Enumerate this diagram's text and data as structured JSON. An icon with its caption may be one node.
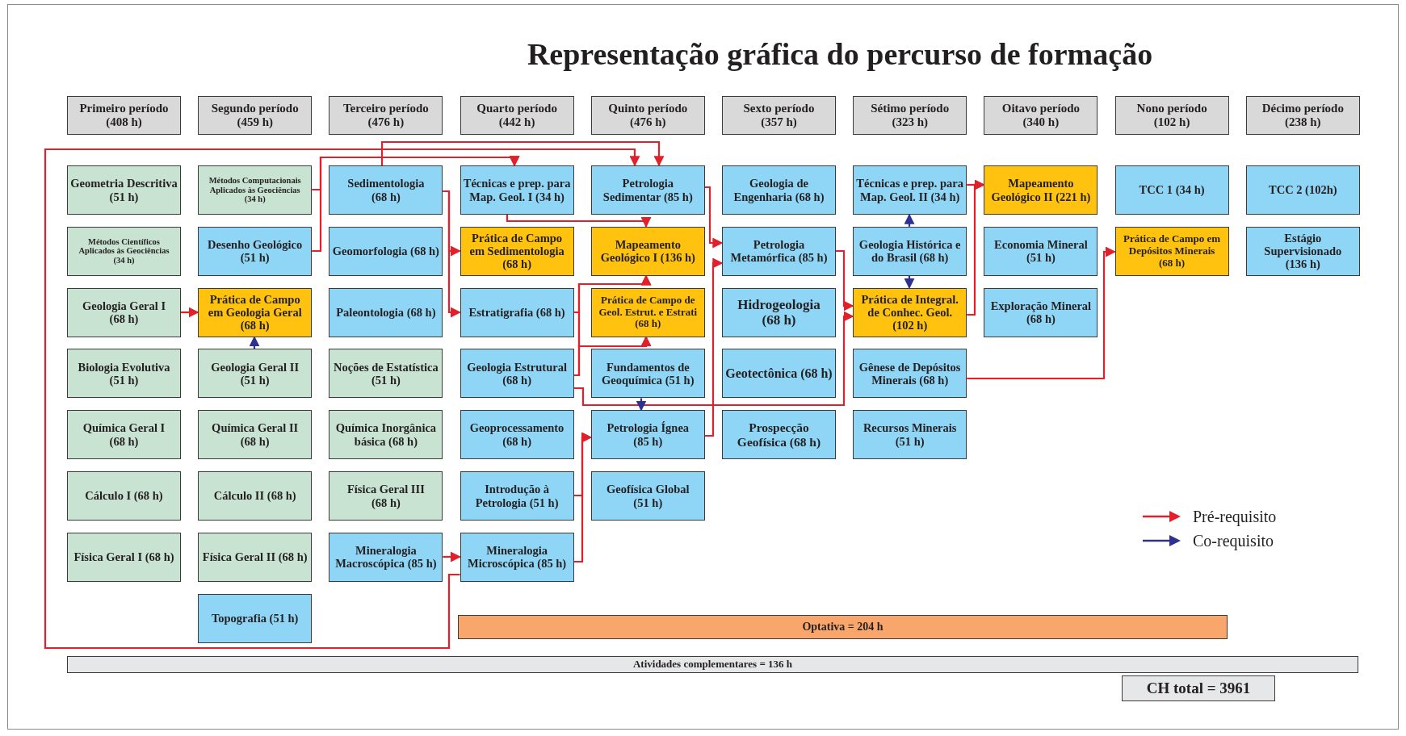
{
  "diagram": {
    "title": "Representação gráfica do percurso de formação",
    "nodes": [
      {
        "text": [
          "Primeiro período (408 h)"
        ]
      },
      {
        "text": [
          "Segundo período (459 h)"
        ]
      },
      {
        "text": [
          "Terceiro período (476 h)"
        ]
      },
      {
        "text": [
          "Quarto período (442 h)"
        ]
      },
      {
        "text": [
          "Quinto período (476 h)"
        ]
      },
      {
        "text": [
          "Sexto período (357 h)"
        ]
      },
      {
        "text": [
          "Sétimo período (323 h)"
        ]
      },
      {
        "text": [
          "Oitavo período (340 h)"
        ]
      },
      {
        "text": [
          "Nono período (102 h)"
        ]
      },
      {
        "text": [
          "Décimo período (238 h)"
        ]
      },
      {
        "text": [
          "Geometria Descritiva (51 h)"
        ]
      },
      {
        "text": [
          "Métodos Científicos Aplicados às Geociências (34 h)"
        ]
      },
      {
        "text": [
          "Geologia Geral I (68 h)"
        ]
      },
      {
        "text": [
          "Biologia Evolutiva (51 h)"
        ]
      },
      {
        "text": [
          "Química Geral I (68 h)"
        ]
      },
      {
        "text": [
          "Cálculo I (68 h)"
        ]
      },
      {
        "text": [
          "Física Geral I (68 h)"
        ]
      },
      {
        "text": [
          "Métodos Computacionais Aplicados às Geociências (34 h)"
        ]
      },
      {
        "text": [
          "Desenho Geológico (51 h)"
        ]
      },
      {
        "text": [
          "Prática de Campo em Geologia Geral (68 h)"
        ]
      },
      {
        "text": [
          "Geologia Geral II (51 h)"
        ]
      },
      {
        "text": [
          "Química Geral II (68 h)"
        ]
      },
      {
        "text": [
          "Cálculo II (68 h)"
        ]
      },
      {
        "text": [
          "Física Geral II (68 h)"
        ]
      },
      {
        "text": [
          "Topografia (51 h)"
        ]
      },
      {
        "text": [
          "Sedimentologia (68 h)"
        ]
      },
      {
        "text": [
          "Geomorfologia (68 h)"
        ]
      },
      {
        "text": [
          "Paleontologia (68 h)"
        ]
      },
      {
        "text": [
          "Noções de Estatística (51 h)"
        ]
      },
      {
        "text": [
          "Química Inorgânica básica (68 h)"
        ]
      },
      {
        "text": [
          "Física Geral III (68 h)"
        ]
      },
      {
        "text": [
          "Mineralogia Macroscópica (85 h)"
        ]
      },
      {
        "text": [
          "Técnicas e prep. para Map. Geol. I (34 h)"
        ]
      },
      {
        "text": [
          "Prática de Campo em Sedimentologia (68 h)"
        ]
      },
      {
        "text": [
          "Estratigrafia (68 h)"
        ]
      },
      {
        "text": [
          "Geologia Estrutural (68 h)"
        ]
      },
      {
        "text": [
          "Geoprocessamento (68 h)"
        ]
      },
      {
        "text": [
          "Introdução à Petrologia (51 h)"
        ]
      },
      {
        "text": [
          "Mineralogia Microscópica (85 h)"
        ]
      },
      {
        "text": [
          "Petrologia Sedimentar (85 h)"
        ]
      },
      {
        "text": [
          "Mapeamento Geológico I (136 h)"
        ]
      },
      {
        "text": [
          "Prática de Campo de Geol. Estrut. e Estrati (68 h)"
        ]
      },
      {
        "text": [
          "Fundamentos de Geoquímica (51 h)"
        ]
      },
      {
        "text": [
          "Petrologia Ígnea (85 h)"
        ]
      },
      {
        "text": [
          "Geofísica Global (51 h)"
        ]
      },
      {
        "text": [
          "Geologia de Engenharia (68 h)"
        ]
      },
      {
        "text": [
          "Petrologia Metamórfica (85 h)"
        ]
      },
      {
        "text": [
          "Hidrogeologia (68 h)"
        ]
      },
      {
        "text": [
          "Geotectônica (68 h)"
        ]
      },
      {
        "text": [
          "Prospecção Geofísica (68 h)"
        ]
      },
      {
        "text": [
          "Técnicas e prep. para Map. Geol. II (34 h)"
        ]
      },
      {
        "text": [
          "Geologia Histórica e do Brasil (68 h)"
        ]
      },
      {
        "text": [
          "Prática de Integral. de Conhec. Geol. (102 h)"
        ]
      },
      {
        "text": [
          "Gênese de Depósitos Minerais (68 h)"
        ]
      },
      {
        "text": [
          "Recursos Minerais (51 h)"
        ]
      },
      {
        "text": [
          "Mapeamento Geológico II (221 h)"
        ]
      },
      {
        "text": [
          "Economia Mineral (51 h)"
        ]
      },
      {
        "text": [
          "Exploração Mineral (68 h)"
        ]
      },
      {
        "text": [
          "TCC 1 (34 h)"
        ]
      },
      {
        "text": [
          "Prática de Campo em Depósitos Minerais (68 h)"
        ]
      },
      {
        "text": [
          "TCC 2 (102h)"
        ]
      },
      {
        "text": [
          "Estágio Supervisionado (136 h)"
        ]
      },
      {
        "text": [
          "Optativa = 204 h"
        ]
      },
      {
        "text": [
          "Atividades complementares = 136 h"
        ]
      },
      {
        "text": [
          "CH total = 3961"
        ]
      }
    ],
    "edges": [
      {
        "from": 12,
        "to": 19,
        "arrow": "to"
      },
      {
        "from": 20,
        "to": 19,
        "arrow": "to",
        "color": "#2e3192"
      },
      {
        "from": 17,
        "to": 32,
        "arrow": "to"
      },
      {
        "from": 18,
        "to": 32,
        "arrow": "to"
      },
      {
        "from": 25,
        "to": 39,
        "arrow": "to"
      },
      {
        "from": 38,
        "to": 39,
        "arrow": "to"
      },
      {
        "from": 25,
        "to": 33,
        "arrow": "to"
      },
      {
        "from": 25,
        "to": 34,
        "arrow": "to"
      },
      {
        "from": 32,
        "to": 40,
        "arrow": "to"
      },
      {
        "from": 34,
        "to": 40,
        "arrow": "to"
      },
      {
        "from": 34,
        "to": 41,
        "arrow": "to"
      },
      {
        "from": 35,
        "to": 40,
        "arrow": "to"
      },
      {
        "from": 35,
        "to": 41,
        "arrow": "to"
      },
      {
        "from": 35,
        "to": 52,
        "arrow": "to"
      },
      {
        "from": 42,
        "to": 43,
        "arrow": "to",
        "color": "#2e3192"
      },
      {
        "from": 39,
        "to": 46,
        "arrow": "to"
      },
      {
        "from": 43,
        "to": 46,
        "arrow": "to"
      },
      {
        "from": 46,
        "to": 52,
        "arrow": "to"
      },
      {
        "from": 51,
        "to": 50,
        "arrow": "to",
        "color": "#2e3192"
      },
      {
        "from": 51,
        "to": 52,
        "arrow": "to",
        "color": "#2e3192"
      },
      {
        "from": 50,
        "to": 55,
        "arrow": "to"
      },
      {
        "from": 52,
        "to": 55,
        "arrow": "to"
      },
      {
        "from": 53,
        "to": 59,
        "arrow": "to"
      },
      {
        "from": 31,
        "to": 38,
        "arrow": "to"
      },
      {
        "from": 37,
        "to": 43,
        "arrow": "to"
      },
      {
        "from": 38,
        "to": 43,
        "arrow": "to"
      }
    ],
    "legend": [
      {
        "text": "Pré-requisito"
      },
      {
        "text": "Co-requisito"
      }
    ]
  }
}
